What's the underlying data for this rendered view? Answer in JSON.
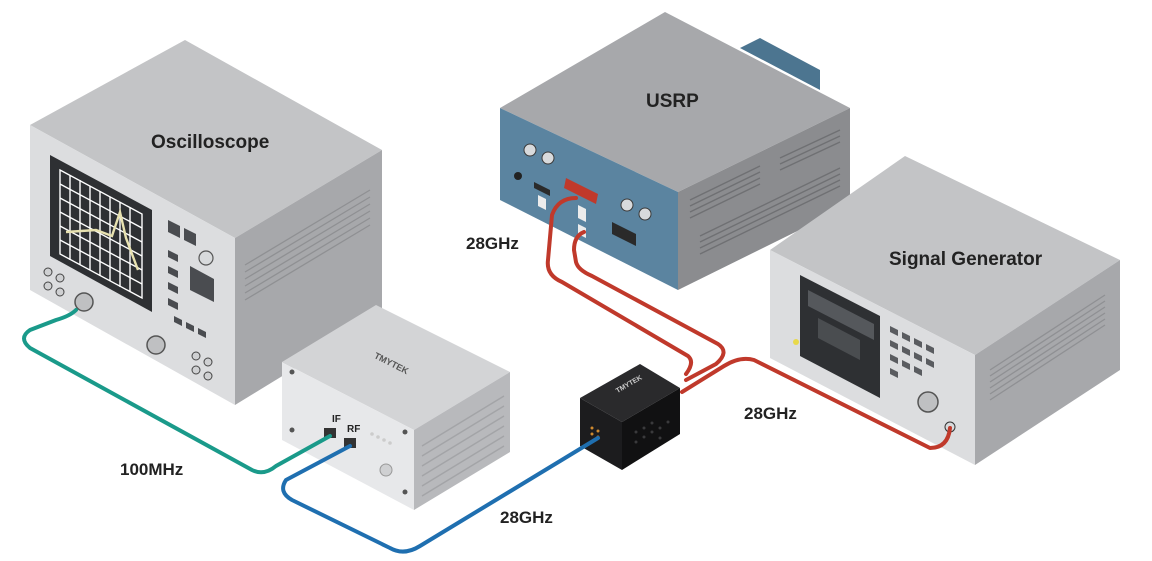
{
  "devices": {
    "oscilloscope": "Oscilloscope",
    "usrp": "USRP",
    "signal_generator": "Signal Generator",
    "converter_brand": "TMYTEK",
    "converter_if_port": "IF",
    "converter_rf_port": "RF",
    "small_box_brand": "TMYTEK"
  },
  "cables": {
    "usrp_to_converter_freq": "28GHz",
    "siggen_to_converter_freq": "28GHz",
    "converter_to_udbox_freq": "28GHz",
    "scope_to_udbox_freq": "100MHz"
  },
  "colors": {
    "red_cable": "#c0392b",
    "teal_cable": "#1a9a8a",
    "blue_cable": "#1f6fb0",
    "usrp_front": "#5b84a0"
  }
}
